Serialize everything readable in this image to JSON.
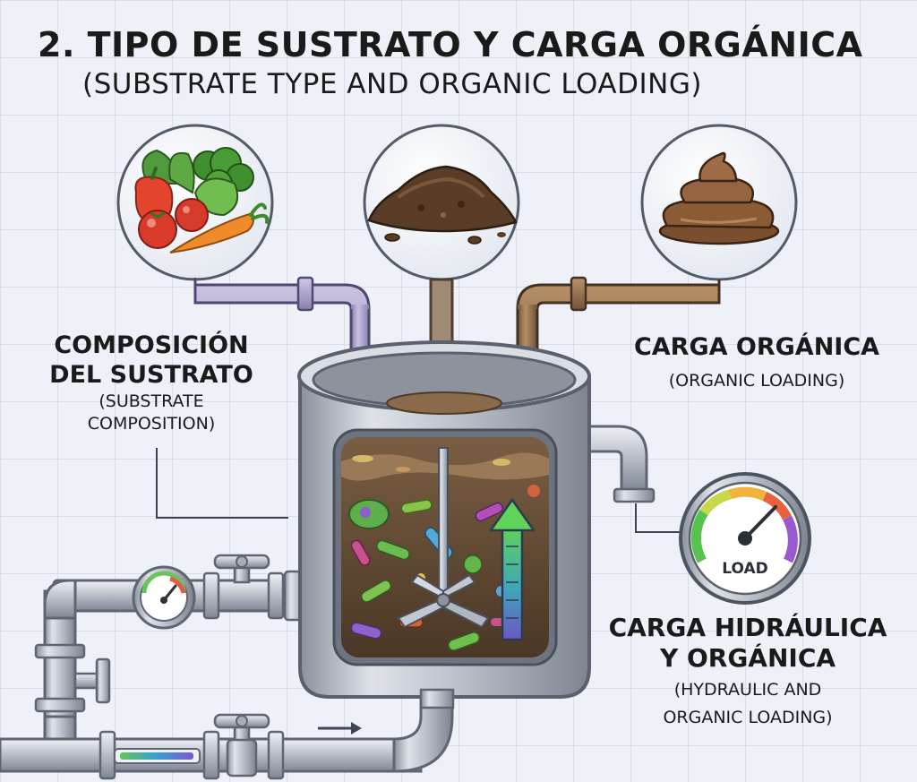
{
  "title": "2. TIPO DE SUSTRATO Y CARGA ORGÁNICA",
  "subtitle": "(SUBSTRATE TYPE AND ORGANIC LOADING)",
  "labels": {
    "composition": {
      "line1": "COMPOSICIÓN",
      "line2": "DEL SUSTRATO",
      "sub1": "(SUBSTRATE",
      "sub2": "COMPOSITION)"
    },
    "organic": {
      "line1": "CARGA ORGÁNICA",
      "sub1": "(ORGANIC LOADING)"
    },
    "hydraulic": {
      "line1": "CARGA HIDRÁULICA",
      "line2": "Y ORGÁNICA",
      "sub1": "(HYDRAULIC AND",
      "sub2": "ORGANIC LOADING)"
    }
  },
  "gauge": {
    "label": "LOAD"
  },
  "icons": [
    "vegetables-icon",
    "soil-icon",
    "manure-icon",
    "digester-tank-icon",
    "load-gauge-icon",
    "pressure-gauge-icon",
    "valve-icon",
    "mixer-icon",
    "bacteria-icon",
    "flow-arrow-icon"
  ],
  "colors": {
    "vegetable_pipe": "#a79cc6",
    "soil_pipe": "#a08a73",
    "manure_pipe": "#9a7656",
    "steel": "#b9bfc8",
    "slurry": "#5c4632"
  }
}
